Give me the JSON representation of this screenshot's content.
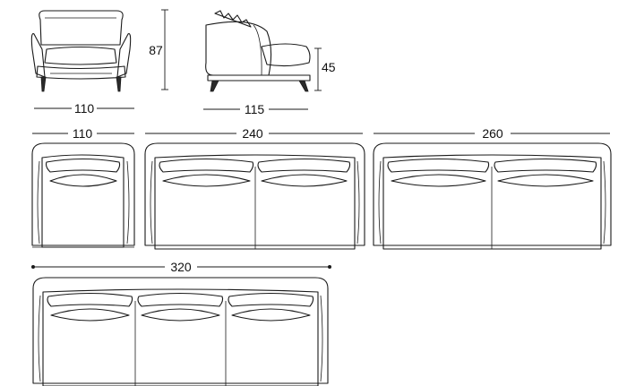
{
  "dimensions": {
    "front_width": "110",
    "seat_height": "45",
    "total_height": "87",
    "depth": "115",
    "plan_single": "110",
    "plan_two": "240",
    "plan_wide": "260",
    "plan_three": "320"
  },
  "colors": {
    "line": "#1a1a1a",
    "background": "#ffffff"
  }
}
